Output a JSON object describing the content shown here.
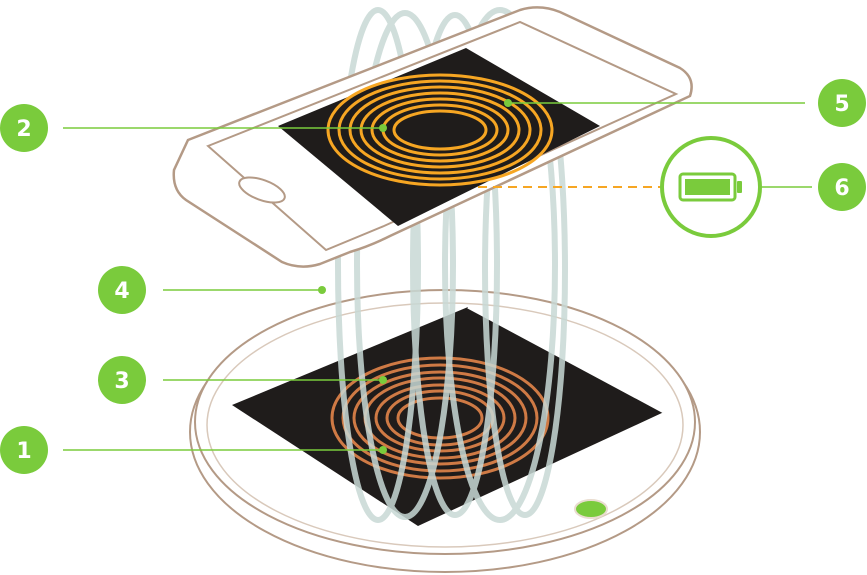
{
  "colors": {
    "accent_green": "#7acb3c",
    "receiver_coil": "#f6a623",
    "transmitter_coil": "#cf7a45",
    "field_lines": "#c8d9d5",
    "device_outline": "#b49a86",
    "pad_black": "#1f1c1b"
  },
  "labels": [
    {
      "id": "label-1",
      "text": "1"
    },
    {
      "id": "label-2",
      "text": "2"
    },
    {
      "id": "label-3",
      "text": "3"
    },
    {
      "id": "label-4",
      "text": "4"
    },
    {
      "id": "label-5",
      "text": "5"
    },
    {
      "id": "label-6",
      "text": "6"
    }
  ],
  "icons": {
    "battery": "battery-icon",
    "led": "status-led-icon"
  }
}
